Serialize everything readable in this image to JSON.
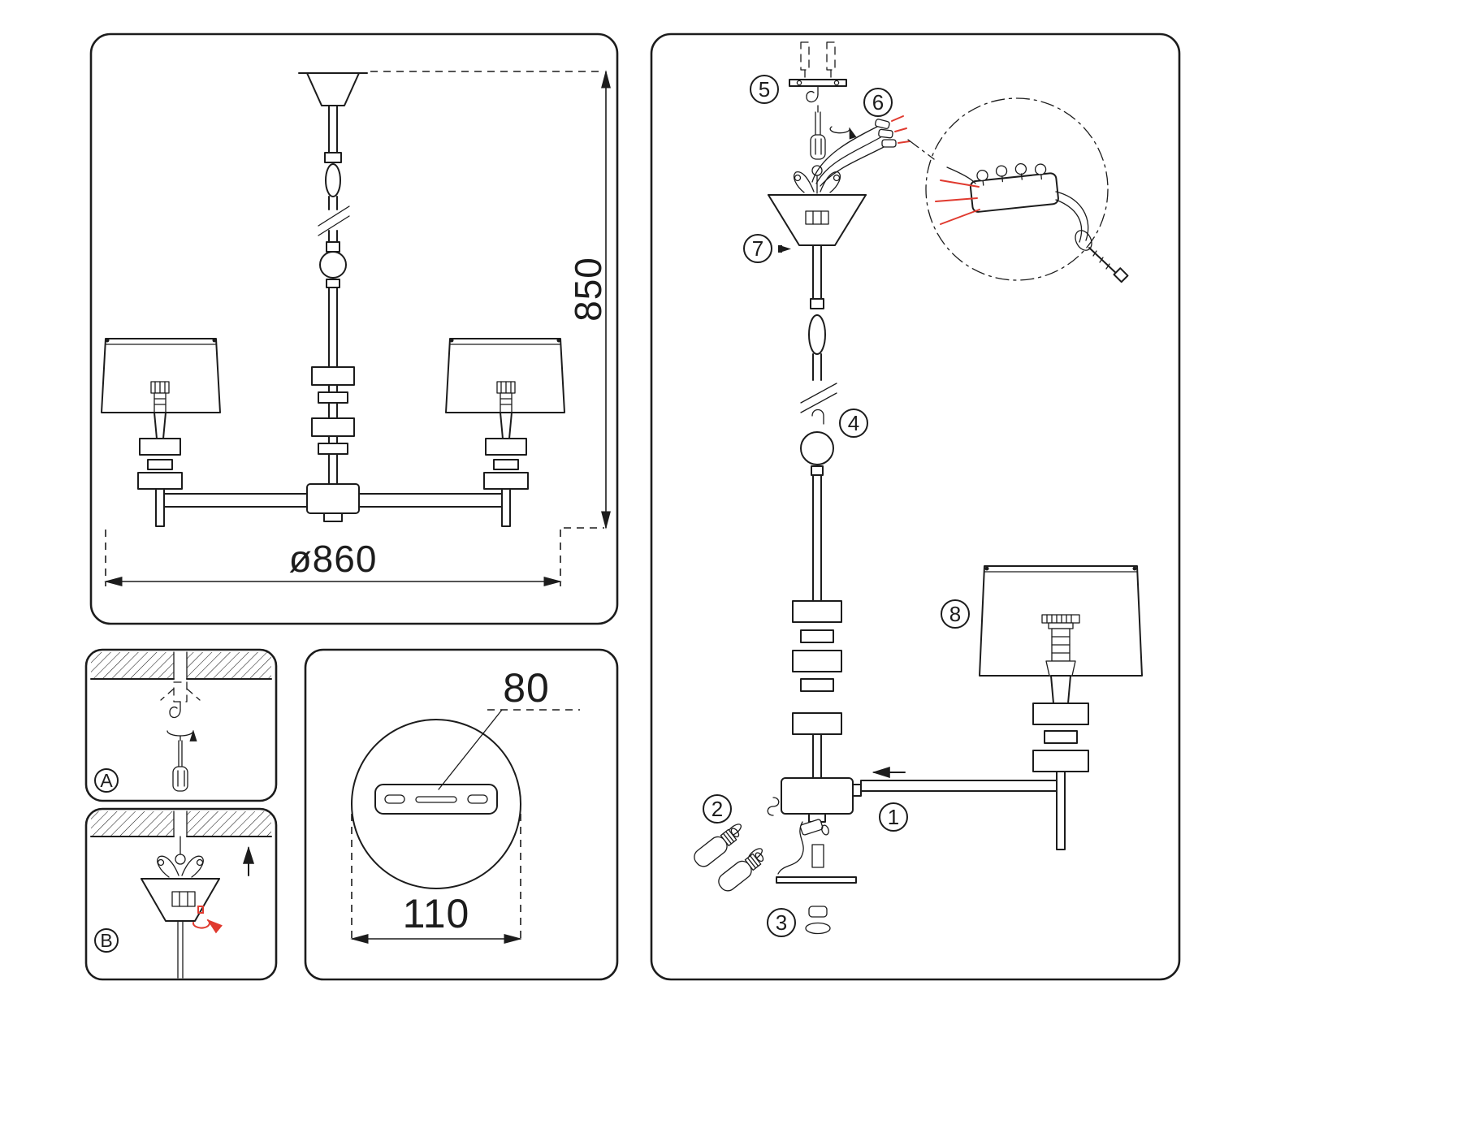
{
  "overview_panel": {
    "height_label": "850",
    "diameter_label": "ø860"
  },
  "mounting_panels": {
    "panel_a_label": "A",
    "panel_b_label": "B"
  },
  "canopy_detail_panel": {
    "slot_label": "80",
    "plate_label": "110"
  },
  "assembly_panel": {
    "step_labels": [
      "1",
      "2",
      "3",
      "4",
      "5",
      "6",
      "7",
      "8"
    ]
  },
  "colors": {
    "line": "#1c1c1c",
    "accent_red": "#e03a2f",
    "background": "#ffffff"
  }
}
